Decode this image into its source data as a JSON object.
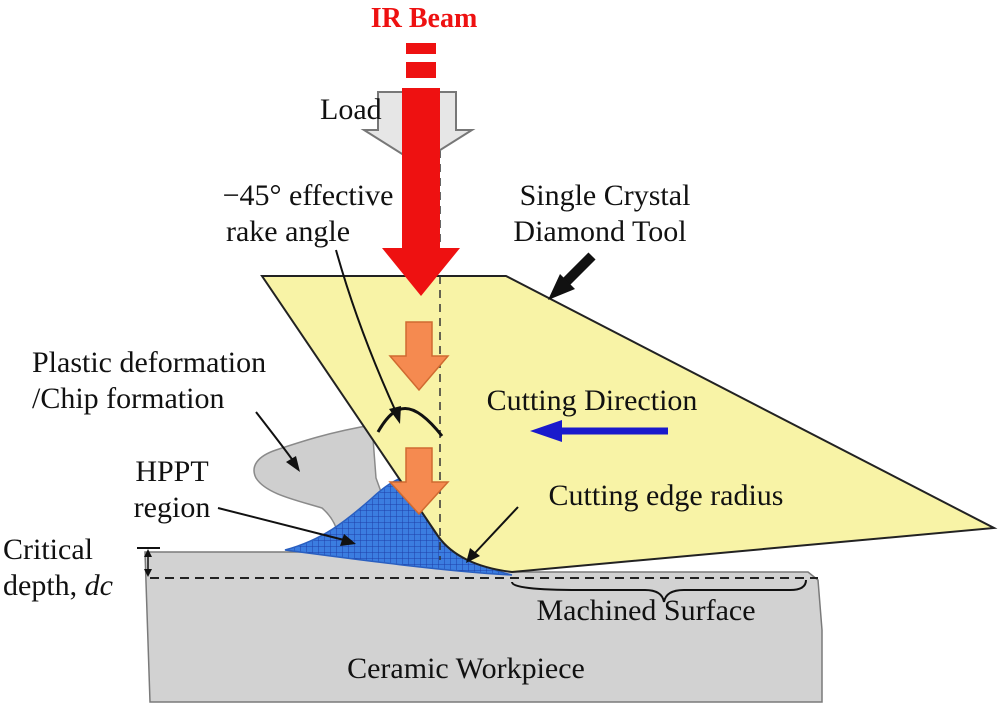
{
  "labels": {
    "ir_beam": "IR Beam",
    "load": "Load",
    "rake_line1": "−45° effective",
    "rake_line2": "rake angle",
    "tool_line1": "Single Crystal",
    "tool_line2": "Diamond Tool",
    "plastic_line1": "Plastic deformation",
    "plastic_line2": "/Chip formation",
    "cutting_direction": "Cutting Direction",
    "hppt_line1": "HPPT",
    "hppt_line2": "region",
    "edge_radius": "Cutting edge radius",
    "critical_line1": "Critical",
    "critical_line2_prefix": "depth, ",
    "critical_line2_symbol": "dc",
    "machined_surface": "Machined Surface",
    "workpiece": "Ceramic Workpiece"
  },
  "colors": {
    "ir_beam": "#ee1111",
    "load_arrow_fill": "#e6e6e6",
    "tool_fill": "#f8f3a6",
    "workpiece_fill": "#d2d2d2",
    "chip_fill": "#cfcfcf",
    "hppt_fill": "#3b7de0",
    "orange_arrow": "#f58a50",
    "cutting_direction_arrow": "#1a1acc"
  }
}
